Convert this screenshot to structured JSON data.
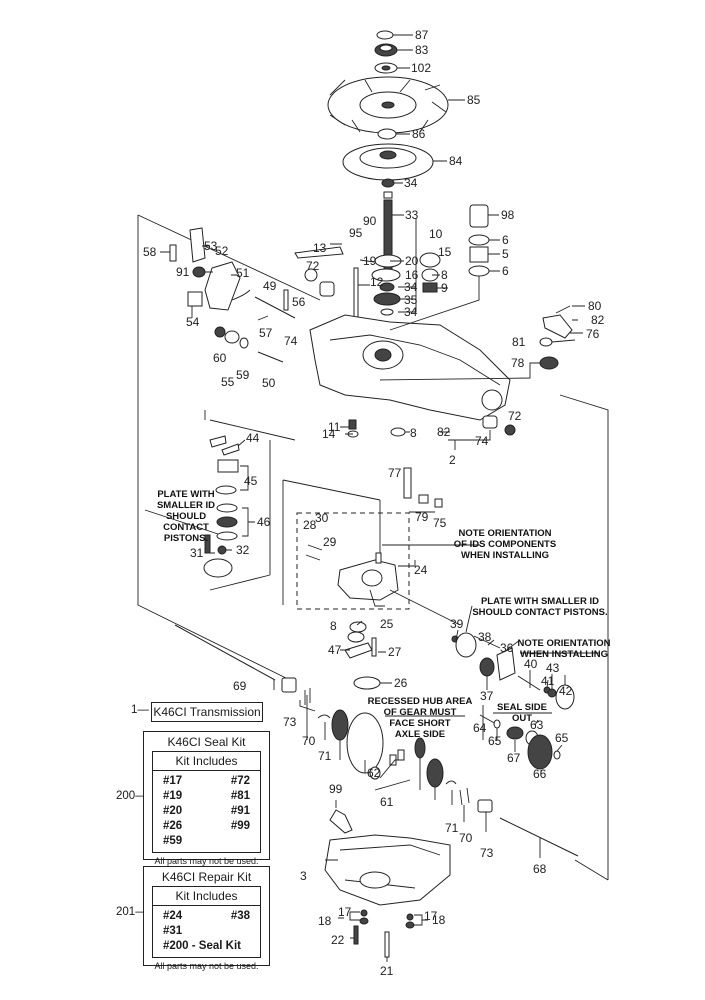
{
  "diagram": {
    "title": "K46CI Transmission exploded parts diagram",
    "callouts": [
      {
        "id": "87",
        "text": "87"
      },
      {
        "id": "83",
        "text": "83"
      },
      {
        "id": "102",
        "text": "102"
      },
      {
        "id": "85",
        "text": "85"
      },
      {
        "id": "86",
        "text": "86"
      },
      {
        "id": "84",
        "text": "84"
      },
      {
        "id": "34a",
        "text": "34"
      },
      {
        "id": "33",
        "text": "33"
      },
      {
        "id": "10",
        "text": "10"
      },
      {
        "id": "90",
        "text": "90"
      },
      {
        "id": "95",
        "text": "95"
      },
      {
        "id": "13",
        "text": "13"
      },
      {
        "id": "19",
        "text": "19"
      },
      {
        "id": "20",
        "text": "20"
      },
      {
        "id": "15",
        "text": "15"
      },
      {
        "id": "16",
        "text": "16"
      },
      {
        "id": "8a",
        "text": "8"
      },
      {
        "id": "12",
        "text": "12"
      },
      {
        "id": "34b",
        "text": "34"
      },
      {
        "id": "9",
        "text": "9"
      },
      {
        "id": "35",
        "text": "35"
      },
      {
        "id": "34c",
        "text": "34"
      },
      {
        "id": "98",
        "text": "98"
      },
      {
        "id": "6a",
        "text": "6"
      },
      {
        "id": "5",
        "text": "5"
      },
      {
        "id": "6b",
        "text": "6"
      },
      {
        "id": "58",
        "text": "58"
      },
      {
        "id": "53",
        "text": "53"
      },
      {
        "id": "52",
        "text": "52"
      },
      {
        "id": "91",
        "text": "91"
      },
      {
        "id": "51",
        "text": "51"
      },
      {
        "id": "72a",
        "text": "72"
      },
      {
        "id": "49",
        "text": "49"
      },
      {
        "id": "56",
        "text": "56"
      },
      {
        "id": "54",
        "text": "54"
      },
      {
        "id": "57",
        "text": "57"
      },
      {
        "id": "74a",
        "text": "74"
      },
      {
        "id": "60",
        "text": "60"
      },
      {
        "id": "55",
        "text": "55"
      },
      {
        "id": "59",
        "text": "59"
      },
      {
        "id": "50",
        "text": "50"
      },
      {
        "id": "80",
        "text": "80"
      },
      {
        "id": "82a",
        "text": "82"
      },
      {
        "id": "76",
        "text": "76"
      },
      {
        "id": "81",
        "text": "81"
      },
      {
        "id": "78",
        "text": "78"
      },
      {
        "id": "11",
        "text": "11"
      },
      {
        "id": "14",
        "text": "14"
      },
      {
        "id": "8b",
        "text": "8"
      },
      {
        "id": "82b",
        "text": "82"
      },
      {
        "id": "72b",
        "text": "72"
      },
      {
        "id": "74b",
        "text": "74"
      },
      {
        "id": "2",
        "text": "2"
      },
      {
        "id": "44",
        "text": "44"
      },
      {
        "id": "45",
        "text": "45"
      },
      {
        "id": "77",
        "text": "77"
      },
      {
        "id": "46",
        "text": "46"
      },
      {
        "id": "79",
        "text": "79"
      },
      {
        "id": "75",
        "text": "75"
      },
      {
        "id": "31",
        "text": "31"
      },
      {
        "id": "32",
        "text": "32"
      },
      {
        "id": "28",
        "text": "28"
      },
      {
        "id": "30",
        "text": "30"
      },
      {
        "id": "29",
        "text": "29"
      },
      {
        "id": "24",
        "text": "24"
      },
      {
        "id": "25",
        "text": "25"
      },
      {
        "id": "8c",
        "text": "8"
      },
      {
        "id": "39",
        "text": "39"
      },
      {
        "id": "38",
        "text": "38"
      },
      {
        "id": "36",
        "text": "36"
      },
      {
        "id": "47",
        "text": "47"
      },
      {
        "id": "27",
        "text": "27"
      },
      {
        "id": "40",
        "text": "40"
      },
      {
        "id": "43",
        "text": "43"
      },
      {
        "id": "41",
        "text": "41"
      },
      {
        "id": "42",
        "text": "42"
      },
      {
        "id": "37",
        "text": "37"
      },
      {
        "id": "26",
        "text": "26"
      },
      {
        "id": "69",
        "text": "69"
      },
      {
        "id": "64",
        "text": "64"
      },
      {
        "id": "65a",
        "text": "65"
      },
      {
        "id": "63",
        "text": "63"
      },
      {
        "id": "65b",
        "text": "65"
      },
      {
        "id": "73a",
        "text": "73"
      },
      {
        "id": "70a",
        "text": "70"
      },
      {
        "id": "71a",
        "text": "71"
      },
      {
        "id": "67",
        "text": "67"
      },
      {
        "id": "66",
        "text": "66"
      },
      {
        "id": "62",
        "text": "62"
      },
      {
        "id": "61",
        "text": "61"
      },
      {
        "id": "99",
        "text": "99"
      },
      {
        "id": "71b",
        "text": "71"
      },
      {
        "id": "70b",
        "text": "70"
      },
      {
        "id": "73b",
        "text": "73"
      },
      {
        "id": "68",
        "text": "68"
      },
      {
        "id": "3",
        "text": "3"
      },
      {
        "id": "17a",
        "text": "17"
      },
      {
        "id": "18a",
        "text": "18"
      },
      {
        "id": "17b",
        "text": "17"
      },
      {
        "id": "18b",
        "text": "18"
      },
      {
        "id": "22",
        "text": "22"
      },
      {
        "id": "21",
        "text": "21"
      }
    ],
    "notes": {
      "plate_left": [
        "PLATE WITH",
        "SMALLER ID",
        "SHOULD",
        "CONTACT",
        "PISTONS."
      ],
      "ids_orientation": [
        "NOTE ORIENTATION",
        "OF IDS COMPONENTS",
        "WHEN INSTALLING"
      ],
      "plate_right": [
        "PLATE WITH SMALLER ID",
        "SHOULD CONTACT PISTONS."
      ],
      "orientation_right": [
        "NOTE ORIENTATION",
        "WHEN INSTALLING"
      ],
      "recessed_hub": [
        "RECESSED HUB AREA",
        "OF GEAR MUST",
        "FACE SHORT",
        "AXLE SIDE"
      ],
      "seal_side": [
        "SEAL SIDE",
        "OUT"
      ]
    }
  },
  "assembly": {
    "ref": "1",
    "label": "K46CI Transmission"
  },
  "seal_kit": {
    "ref": "200",
    "title": "K46CI Seal Kit",
    "includes_label": "Kit Includes",
    "items": [
      "#17",
      "#72",
      "#19",
      "#81",
      "#20",
      "#91",
      "#26",
      "#99",
      "#59",
      ""
    ],
    "footnote": "All parts may not be used."
  },
  "repair_kit": {
    "ref": "201",
    "title": "K46CI Repair Kit",
    "includes_label": "Kit Includes",
    "items": [
      "#24",
      "#38",
      "#31",
      "",
      "#200 - Seal Kit",
      ""
    ],
    "footnote": "All parts may not be used."
  }
}
